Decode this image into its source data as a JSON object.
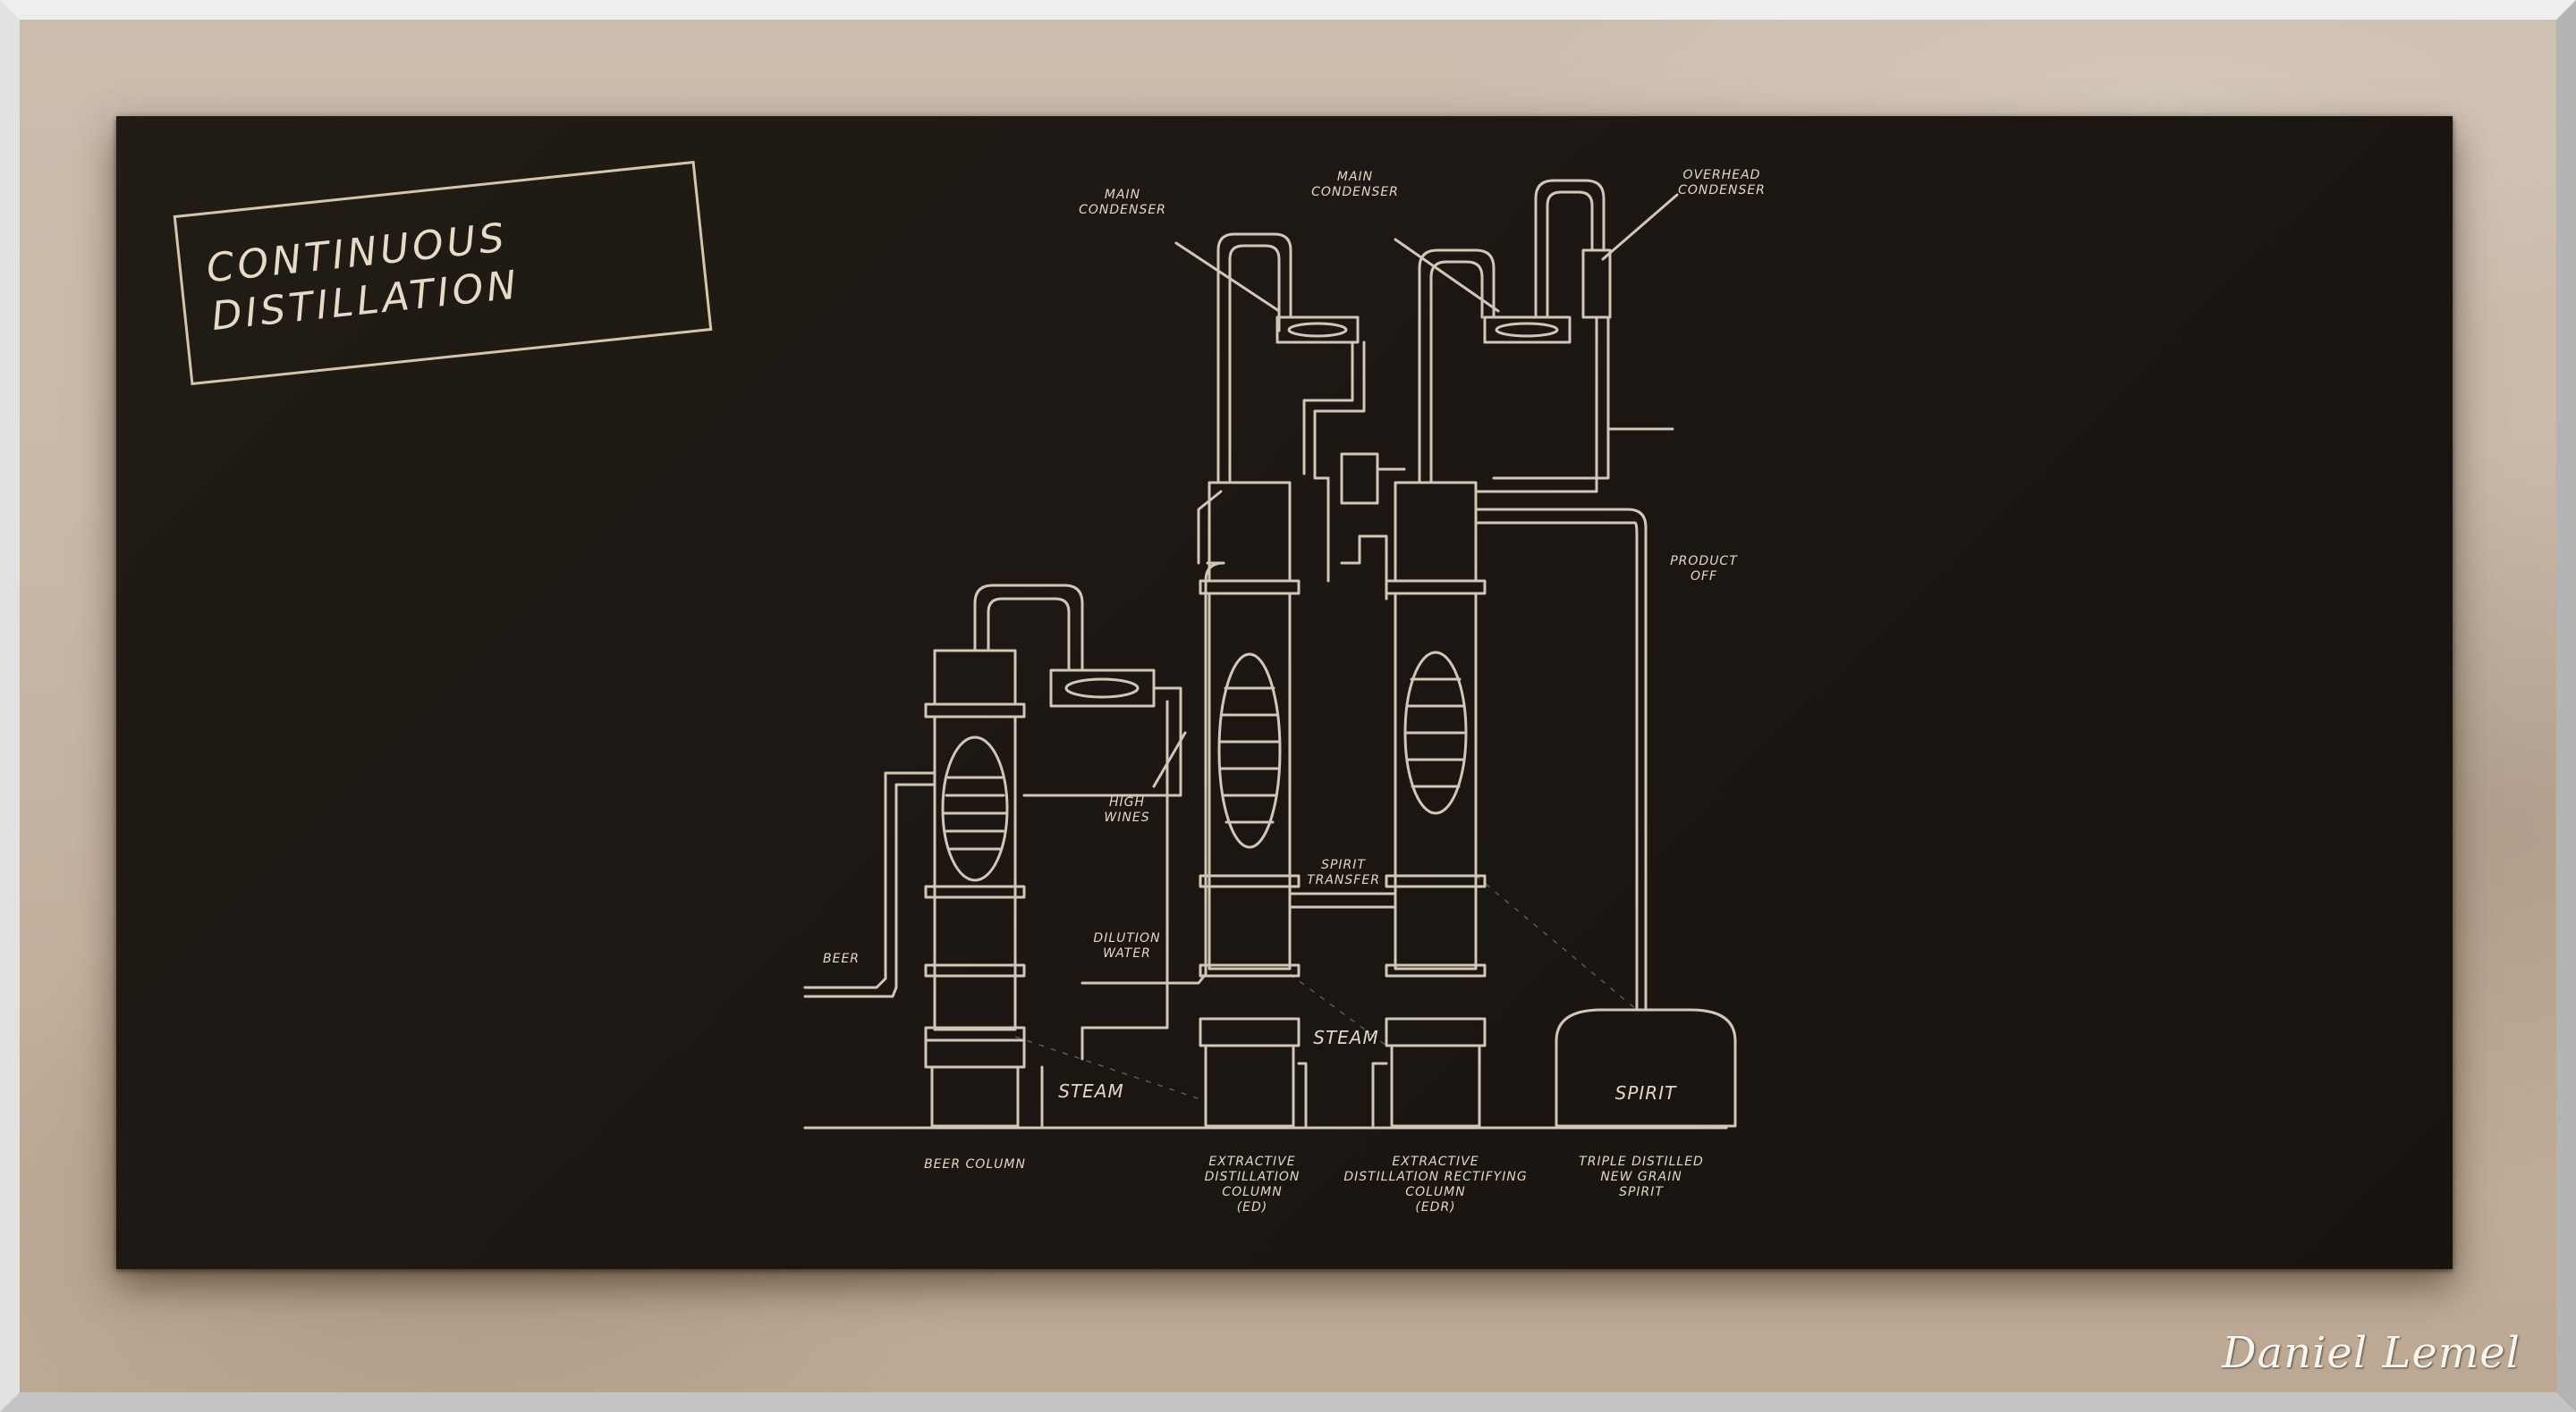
{
  "board": {
    "title": "CONTINUOUS\nDISTILLATION",
    "labels": {
      "main_condenser_1": "MAIN\nCONDENSER",
      "main_condenser_2": "MAIN\nCONDENSER",
      "overhead_condenser": "OVERHEAD\nCONDENSER",
      "product_off": "PRODUCT\nOFF",
      "high_wines": "HIGH\nWINES",
      "spirit_transfer": "SPIRIT\nTRANSFER",
      "dilution_water": "DILUTION\nWATER",
      "beer": "BEER",
      "steam_1": "STEAM",
      "steam_2": "STEAM",
      "spirit": "SPIRIT",
      "beer_column": "BEER COLUMN",
      "ed_column": "EXTRACTIVE\nDISTILLATION\nCOLUMN\n(ED)",
      "edr_column": "EXTRACTIVE\nDISTILLATION RECTIFYING\nCOLUMN\n(EDR)",
      "new_grain_spirit": "TRIPLE DISTILLED\nNEW GRAIN\nSPIRIT"
    }
  },
  "signature": "Daniel Lemel",
  "colors": {
    "chalk": "#e2d6c4",
    "board": "#1b1612",
    "wall": "#c9b9a8",
    "frame": "#d8d8d8"
  }
}
